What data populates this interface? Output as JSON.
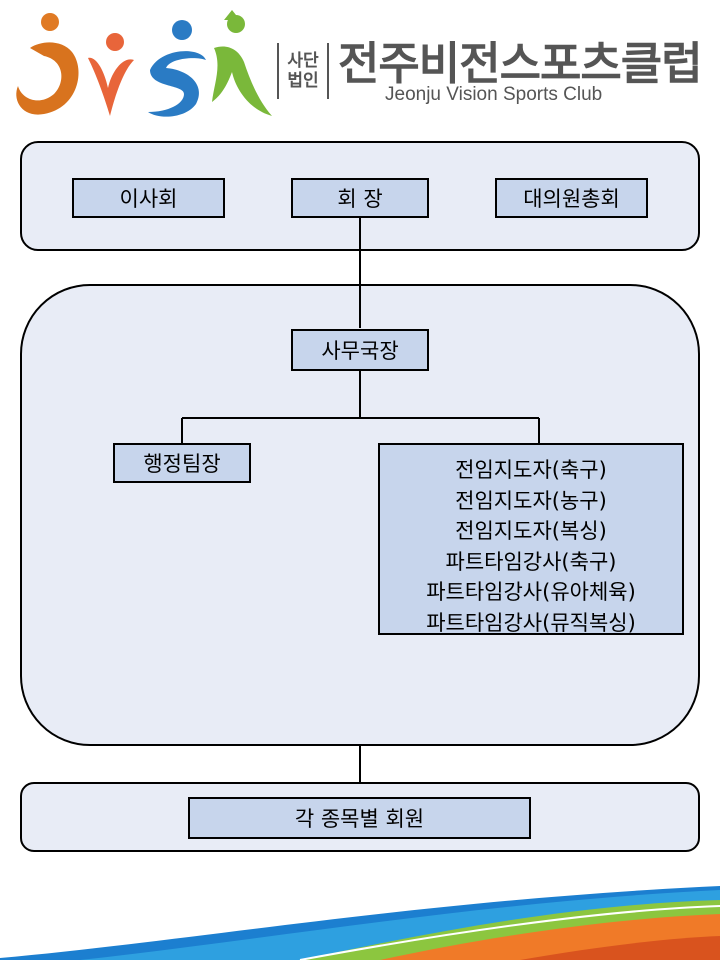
{
  "logo": {
    "badge_line1": "사단",
    "badge_line2": "법인",
    "name": "전주비전스포츠클럽",
    "subtitle": "Jeonju Vision Sports Club"
  },
  "chart": {
    "top_row": {
      "board": "이사회",
      "chairman": "회 장",
      "assembly": "대의원총회"
    },
    "secretary_general": "사무국장",
    "admin_lead": "행정팀장",
    "staff": [
      "전임지도자(축구)",
      "전임지도자(농구)",
      "전임지도자(복싱)",
      "파트타임강사(축구)",
      "파트타임강사(유아체육)",
      "파트타임강사(뮤직복싱)"
    ],
    "members": "각 종목별 회원"
  },
  "colors": {
    "panel": "#e8ecf6",
    "node": "#c7d5ec",
    "logo_orange": "#e07a24",
    "logo_blue": "#2a7bc4",
    "logo_green": "#7ab83a",
    "logo_text": "#555555"
  }
}
